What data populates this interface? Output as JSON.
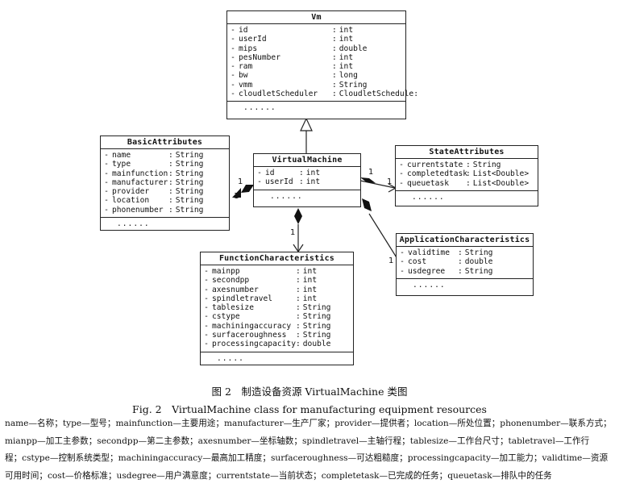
{
  "classes": {
    "vm": {
      "title": "Vm",
      "attributes": [
        {
          "name": "id",
          "type": "int"
        },
        {
          "name": "userId",
          "type": "int"
        },
        {
          "name": "mips",
          "type": "double"
        },
        {
          "name": "pesNumber",
          "type": "int"
        },
        {
          "name": "ram",
          "type": "int"
        },
        {
          "name": "bw",
          "type": "long"
        },
        {
          "name": "vmm",
          "type": "String"
        },
        {
          "name": "cloudletScheduler",
          "type": "CloudletSchedule:"
        }
      ],
      "ops": "......"
    },
    "basic": {
      "title": "BasicAttributes",
      "attributes": [
        {
          "name": "name",
          "type": "String"
        },
        {
          "name": "type",
          "type": "String"
        },
        {
          "name": "mainfunction",
          "type": "String"
        },
        {
          "name": "manufacturer",
          "type": "String"
        },
        {
          "name": "provider",
          "type": "String"
        },
        {
          "name": "location",
          "type": "String"
        },
        {
          "name": "phonenumber",
          "type": "String"
        }
      ],
      "ops": "......"
    },
    "virtual": {
      "title": "VirtualMachine",
      "attributes": [
        {
          "name": "id",
          "type": "int"
        },
        {
          "name": "userId",
          "type": "int"
        }
      ],
      "ops": "......"
    },
    "state": {
      "title": "StateAttributes",
      "attributes": [
        {
          "name": "currentstate",
          "type": "String"
        },
        {
          "name": "completedtask",
          "type": "List<Double>"
        },
        {
          "name": "queuetask",
          "type": "List<Double>"
        }
      ],
      "ops": "......"
    },
    "app": {
      "title": "ApplicationCharacteristics",
      "attributes": [
        {
          "name": "validtime",
          "type": "String"
        },
        {
          "name": "cost",
          "type": "double"
        },
        {
          "name": "usdegree",
          "type": "String"
        }
      ],
      "ops": "......"
    },
    "func": {
      "title": "FunctionCharacteristics",
      "attributes": [
        {
          "name": "mainpp",
          "type": "int"
        },
        {
          "name": "secondpp",
          "type": "int"
        },
        {
          "name": "axesnumber",
          "type": "int"
        },
        {
          "name": "spindletravel",
          "type": "int"
        },
        {
          "name": "tablesize",
          "type": "String"
        },
        {
          "name": "cstype",
          "type": "String"
        },
        {
          "name": "machiningaccuracy",
          "type": "String"
        },
        {
          "name": "surfaceroughness",
          "type": "String"
        },
        {
          "name": "processingcapacity",
          "type": "double"
        }
      ],
      "ops": "....."
    }
  },
  "multiplicity": {
    "basic_side": "1",
    "basic_vm_side": "1",
    "state_side": "1",
    "state_vm_side": "1",
    "func_side": "1",
    "app_side": "1"
  },
  "caption": {
    "zh": "图 2　制造设备资源 VirtualMachine 类图",
    "en": "Fig. 2　VirtualMachine class for manufacturing equipment resources"
  },
  "legend": {
    "line1": "name—名称；type—型号；mainfunction—主要用途；manufacturer—生产厂家；provider—提供者；location—所处位置；phonenumber—联系方式；",
    "line2": "mianpp—加工主参数；secondpp—第二主参数；axesnumber—坐标轴数；spindletravel—主轴行程；tablesize—工作台尺寸；tabletravel—工作行",
    "line3": "程；cstype—控制系统类型；machiningaccuracy—最高加工精度；surfaceroughness—可达粗糙度；processingcapacity—加工能力；validtime—资源",
    "line4": "可用时间；cost—价格标准；usdegree—用户满意度；currentstate—当前状态；completetask—已完成的任务；queuetask—排队中的任务"
  }
}
